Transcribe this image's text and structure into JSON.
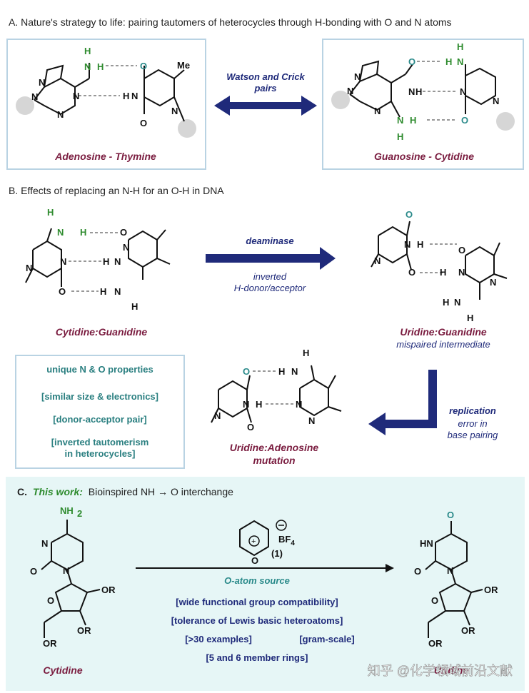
{
  "section_a": {
    "title": "A. Nature's strategy to life: pairing tautomers of heterocycles through H-bonding with O and N atoms",
    "pair1_name": "Adenosine - Thymine",
    "pair2_name": "Guanosine - Cytidine",
    "arrow_label_line1": "Watson and Crick",
    "arrow_label_line2": "pairs"
  },
  "section_b": {
    "title": "B. Effects of replacing an N-H for an O-H in DNA",
    "left_name": "Cytidine:Guanidine",
    "arrow_label": "deaminase",
    "arrow_sub_line1": "inverted",
    "arrow_sub_line2": "H-donor/acceptor",
    "right_name": "Uridine:Guanidine",
    "right_sub": "mispaired intermediate",
    "props": [
      "unique N & O properties",
      "[similar size & electronics]",
      "[donor-acceptor pair]",
      "[inverted tautomerism",
      "in heterocycles]"
    ],
    "replication_label": "replication",
    "replication_sub_line1": "error in",
    "replication_sub_line2": "base pairing",
    "mutation_name_line1": "Uridine:Adenosine",
    "mutation_name_line2": "mutation"
  },
  "section_c": {
    "label_prefix": "C.",
    "label_this_work": "This work:",
    "label_rest": "Bioinspired NH → O interchange",
    "reagent_anion": "BF",
    "reagent_anion_sub": "4",
    "reagent_number": "(1)",
    "o_atom_source": "O-atom source",
    "conditions": [
      "[wide functional group compatibility]",
      "[tolerance of Lewis basic heteroatoms]",
      "[>30 examples]",
      "[gram-scale]",
      "[5 and 6 member rings]"
    ],
    "left_name": "Cytidine",
    "right_name": "Uridine"
  },
  "watermark": "知乎 @化学领域前沿文献",
  "colors": {
    "section_c_bg": "#e6f6f6",
    "box_border": "#b9d3e3",
    "arrow_navy": "#1f2a7a",
    "name_maroon": "#7a1c3f",
    "teal": "#2a8a8a",
    "green": "#2e8b2e"
  }
}
